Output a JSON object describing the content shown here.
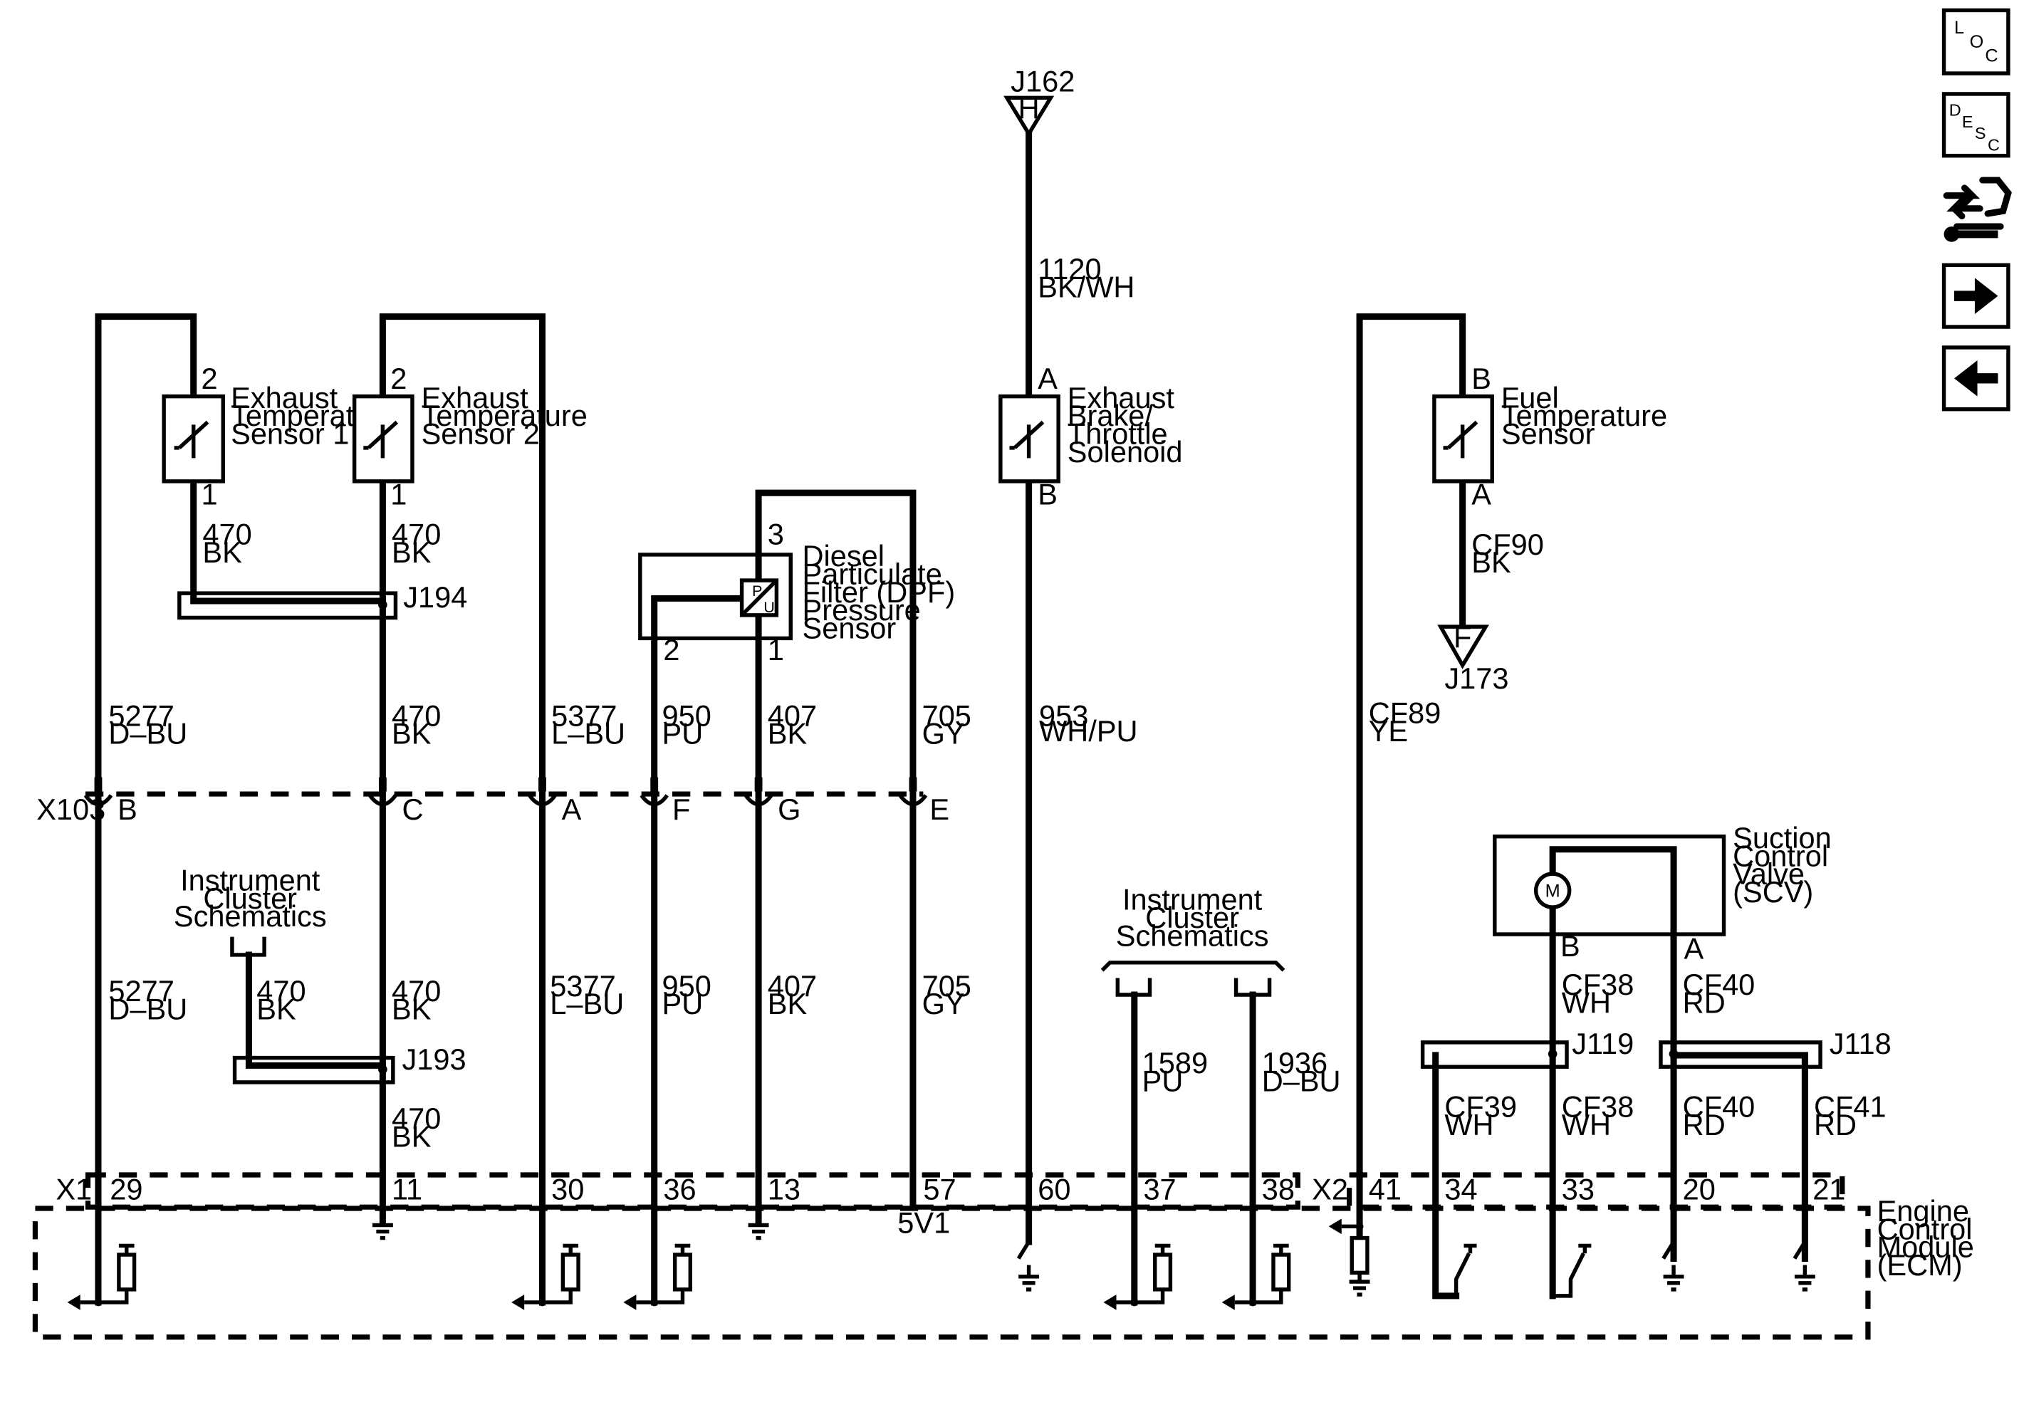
{
  "connectors": {
    "x103": "X103",
    "x1": "X1",
    "x2": "X2",
    "j194": "J194",
    "j193": "J193",
    "j119": "J119",
    "j118": "J118",
    "j162": "J162",
    "j162_letter": "H",
    "j173": "J173",
    "j173_letter": "F"
  },
  "components": {
    "ets1": {
      "label": [
        "Exhaust",
        "Temperature",
        "Sensor 1"
      ],
      "pin_top": "2",
      "pin_bottom": "1"
    },
    "ets2": {
      "label": [
        "Exhaust",
        "Temperature",
        "Sensor 2"
      ],
      "pin_top": "2",
      "pin_bottom": "1"
    },
    "dpf": {
      "label": [
        "Diesel",
        "Particulate",
        "Filter (DPF)",
        "Pressure",
        "Sensor"
      ],
      "pin_top": "3",
      "pin_left": "2",
      "pin_right": "1",
      "p_letter": "P",
      "u_letter": "U"
    },
    "solenoid": {
      "label": [
        "Exhaust",
        "Brake/",
        "Throttle",
        "Solenoid"
      ],
      "pin_top": "A",
      "pin_bottom": "B"
    },
    "fts": {
      "label": [
        "Fuel",
        "Temperature",
        "Sensor"
      ],
      "pin_top": "B",
      "pin_bottom": "A"
    },
    "scv": {
      "label": [
        "Suction",
        "Control",
        "Valve",
        "(SCV)"
      ],
      "pin_b": "B",
      "pin_a": "A",
      "motor": "M"
    },
    "ecm": {
      "label": [
        "Engine",
        "Control",
        "Module",
        "(ECM)"
      ],
      "internal": "5V1"
    },
    "ics_left": {
      "label": [
        "Instrument",
        "Cluster",
        "Schematics"
      ]
    },
    "ics_right": {
      "label": [
        "Instrument",
        "Cluster",
        "Schematics"
      ]
    }
  },
  "wire_labels": {
    "w470_ets1": [
      "470",
      "BK"
    ],
    "w470_ets2": [
      "470",
      "BK"
    ],
    "w5277_a": [
      "5277",
      "D–BU"
    ],
    "w470_a": [
      "470",
      "BK"
    ],
    "w5377_a": [
      "5377",
      "L–BU"
    ],
    "w950_a": [
      "950",
      "PU"
    ],
    "w407_a": [
      "407",
      "BK"
    ],
    "w705_a": [
      "705",
      "GY"
    ],
    "w953": [
      "953",
      "WH/PU"
    ],
    "wcf89": [
      "CF89",
      "YE"
    ],
    "w1120": [
      "1120",
      "BK/WH"
    ],
    "wcf90": [
      "CF90",
      "BK"
    ],
    "w5277_b": [
      "5277",
      "D–BU"
    ],
    "w470_ic": [
      "470",
      "BK"
    ],
    "w470_b": [
      "470",
      "BK"
    ],
    "w5377_b": [
      "5377",
      "L–BU"
    ],
    "w950_b": [
      "950",
      "PU"
    ],
    "w407_b": [
      "407",
      "BK"
    ],
    "w705_b": [
      "705",
      "GY"
    ],
    "w470_c": [
      "470",
      "BK"
    ],
    "w1589": [
      "1589",
      "PU"
    ],
    "w1936": [
      "1936",
      "D–BU"
    ],
    "wcf38_a": [
      "CF38",
      "WH"
    ],
    "wcf40_a": [
      "CF40",
      "RD"
    ],
    "wcf39": [
      "CF39",
      "WH"
    ],
    "wcf38_b": [
      "CF38",
      "WH"
    ],
    "wcf40_b": [
      "CF40",
      "RD"
    ],
    "wcf41": [
      "CF41",
      "RD"
    ]
  },
  "x103_pins": [
    "B",
    "C",
    "A",
    "F",
    "G",
    "E"
  ],
  "x1_pins": [
    "29",
    "11",
    "30",
    "36",
    "13",
    "57",
    "60",
    "37",
    "38"
  ],
  "x2_pins": [
    "41",
    "34",
    "33",
    "20",
    "21"
  ],
  "nav": {
    "loc_letters": [
      "L",
      "O",
      "C"
    ],
    "desc_letters": [
      "D",
      "E",
      "S",
      "C"
    ],
    "items": [
      "loc-button",
      "desc-button",
      "connector-view-button",
      "next-page-button",
      "previous-page-button"
    ]
  }
}
